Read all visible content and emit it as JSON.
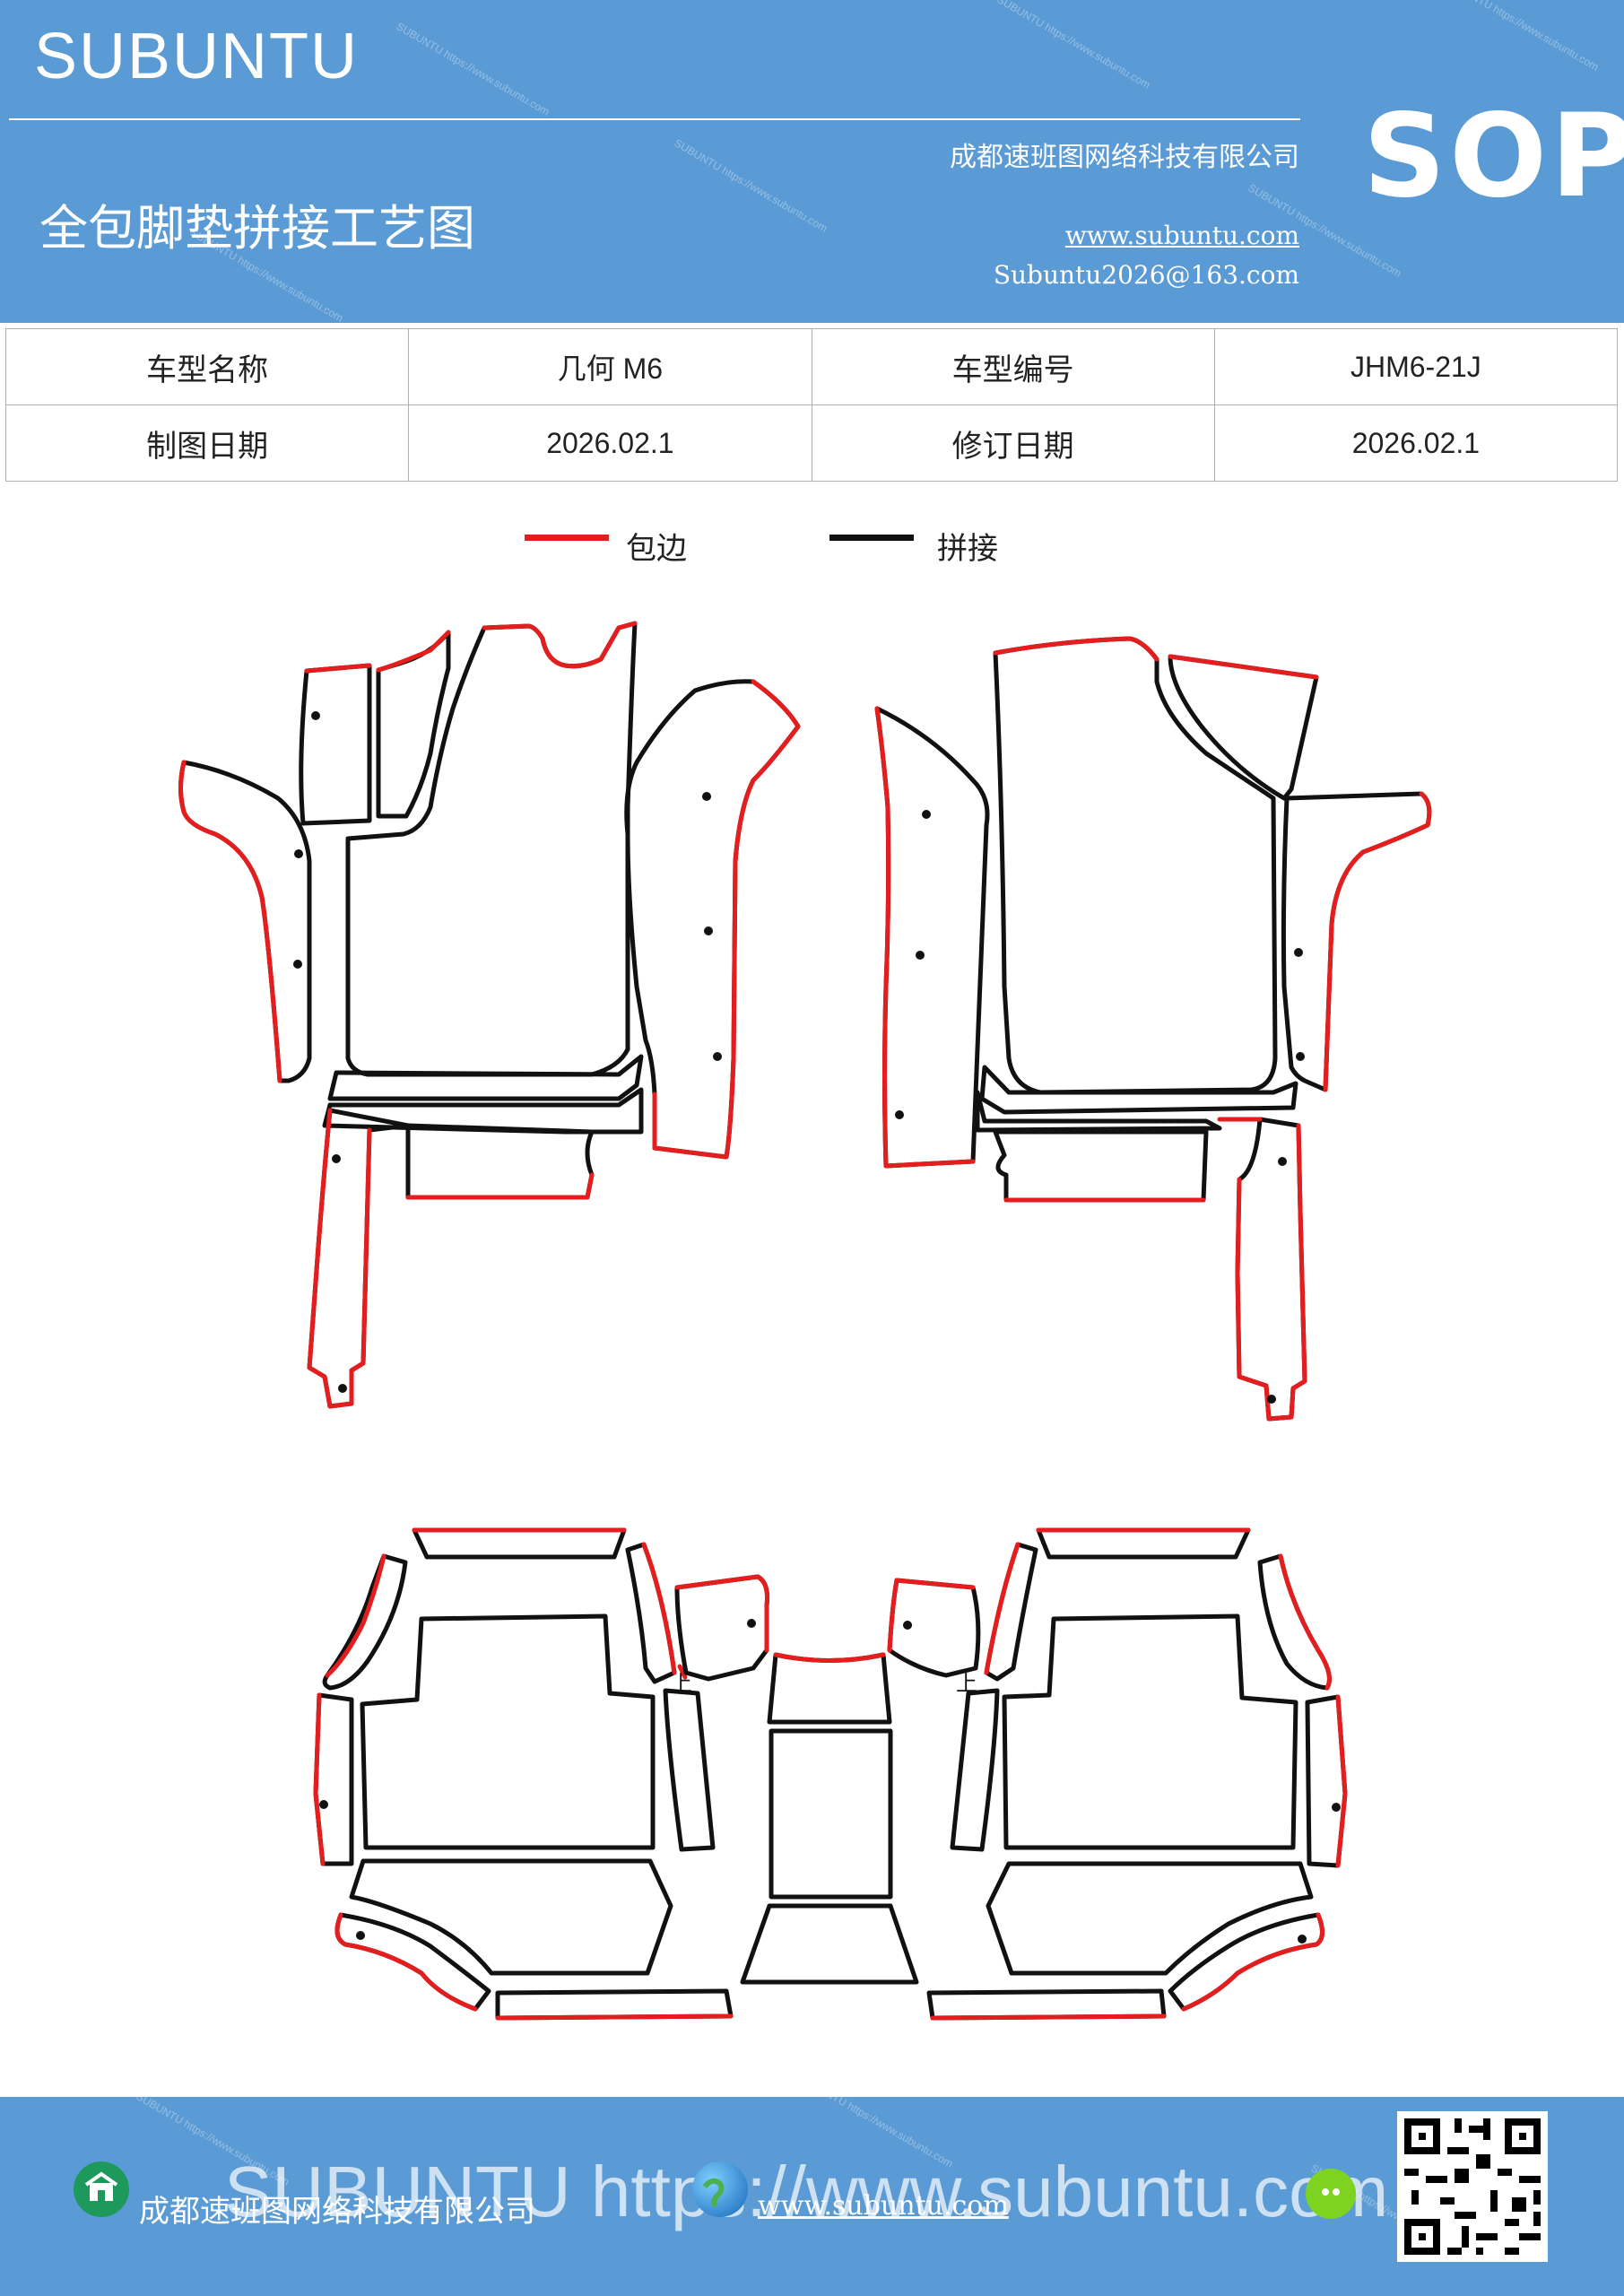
{
  "header": {
    "brand": "SUBUNTU",
    "title": "全包脚垫拼接工艺图",
    "company": "成都速班图网络科技有限公司",
    "website": "www.subuntu.com",
    "email": "Subuntu2026@163.com",
    "sop": "SOP",
    "watermark": "SUBUNTU https://www.subuntu.com"
  },
  "info": {
    "model_name_label": "车型名称",
    "model_name_value": "几何 M6",
    "model_code_label": "车型编号",
    "model_code_value": "JHM6-21J",
    "draw_date_label": "制图日期",
    "draw_date_value": "2026.02.1",
    "revise_date_label": "修订日期",
    "revise_date_value": "2026.02.1"
  },
  "legend": {
    "edge_label": "包边",
    "edge_color": "#e41e1e",
    "join_label": "拼接",
    "join_color": "#111111"
  },
  "drawing": {
    "mark_left": "上",
    "mark_right": "上"
  },
  "footer": {
    "company": "成都速班图网络科技有限公司",
    "url": "www.subuntu.com",
    "big_url": "SUBUNTU https://www.subuntu.com",
    "icons": [
      "building-icon",
      "globe-icon",
      "wechat-icon",
      "qr-code"
    ]
  }
}
